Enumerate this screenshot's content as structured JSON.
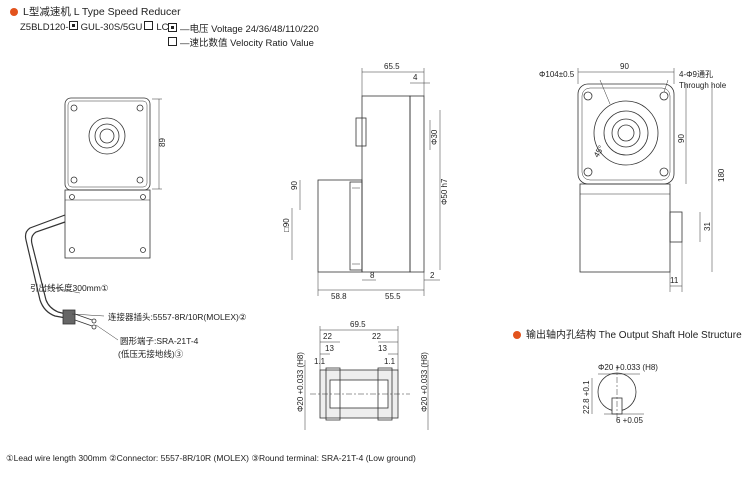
{
  "header": {
    "title": "L型减速机 L Type Speed Reducer",
    "accent": "#e2531d",
    "model_prefix": "Z5BLD120-",
    "model_mid": "GUL-30S/5GU",
    "model_suffix": "LC",
    "voltage_line": "—电压 Voltage 24/36/48/110/220",
    "ratio_line": "—速比数值 Velocity Ratio Value"
  },
  "front_view": {
    "dim_height": "89",
    "callouts": {
      "lead": "引出线长度300mm①",
      "connector": "连接器插头:5557-8R/10R(MOLEX)②",
      "terminal": "圆形端子:SRA-21T-4",
      "terminal_note": "(低压无接地线)③"
    }
  },
  "side_view": {
    "dims": {
      "top_width": "65.5",
      "small": "4",
      "d30": "Φ30",
      "d50": "Φ50 h7",
      "body_h": "90",
      "square": "□90",
      "shaft_off": "8",
      "bottom_gap": "2",
      "left_w": "58.8",
      "right_w": "55.5"
    }
  },
  "right_view": {
    "dims": {
      "d104": "Φ104±0.5",
      "width": "90",
      "holes": "4-Φ9通孔",
      "through": "Through hole",
      "inner_h": "90",
      "total_h": "180",
      "shaft_w": "31",
      "shaft_len": "11",
      "angle": "45°"
    }
  },
  "bottom_view": {
    "dims": {
      "total": "69.5",
      "left_22": "22",
      "right_22": "22",
      "left_13": "13",
      "right_13": "13",
      "left_1_1": "1.1",
      "right_1_1": "1.1",
      "bore_left": "Φ20 +0.033 (H8)",
      "bore_right": "Φ20 +0.033 (H8)"
    }
  },
  "shaft_section": {
    "title": "输出轴内孔结构 The Output Shaft Hole Structure",
    "bore": "Φ20 +0.033 (H8)",
    "key_h": "22.8 +0.1",
    "key_w": "6 +0.05"
  },
  "footer": {
    "text": "①Lead wire length 300mm  ②Connector: 5557-8R/10R (MOLEX)  ③Round terminal: SRA-21T-4 (Low ground)"
  }
}
